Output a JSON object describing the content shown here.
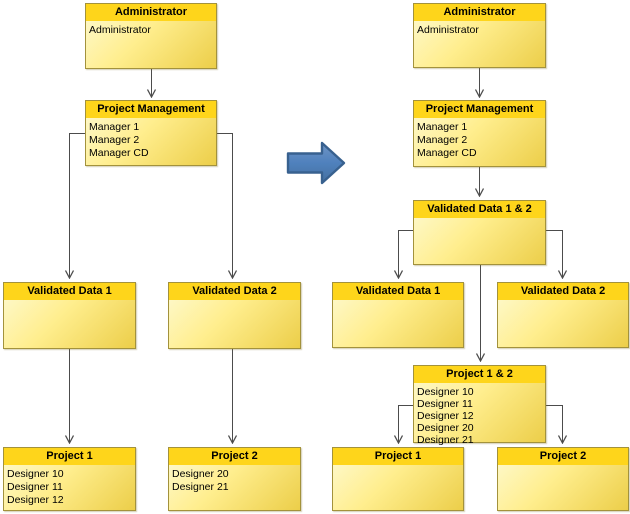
{
  "before": {
    "nodes": [
      {
        "title": "Administrator",
        "members": [
          "Administrator"
        ]
      },
      {
        "title": "Project Management",
        "members": [
          "Manager 1",
          "Manager 2",
          "Manager CD"
        ]
      },
      {
        "title": "Validated Data 1",
        "members": []
      },
      {
        "title": "Validated Data 2",
        "members": []
      },
      {
        "title": "Project 1",
        "members": [
          "Designer 10",
          "Designer 11",
          "Designer 12"
        ]
      },
      {
        "title": "Project 2",
        "members": [
          "Designer 20",
          "Designer 21"
        ]
      }
    ]
  },
  "after": {
    "nodes": [
      {
        "title": "Administrator",
        "members": [
          "Administrator"
        ]
      },
      {
        "title": "Project Management",
        "members": [
          "Manager 1",
          "Manager 2",
          "Manager CD"
        ]
      },
      {
        "title": "Validated Data 1 & 2",
        "members": []
      },
      {
        "title": "Validated Data 1",
        "members": []
      },
      {
        "title": "Validated Data 2",
        "members": []
      },
      {
        "title": "Project 1 & 2",
        "members": [
          "Designer 10",
          "Designer 11",
          "Designer 12",
          "Designer 20",
          "Designer 21"
        ]
      },
      {
        "title": "Project 1",
        "members": []
      },
      {
        "title": "Project 2",
        "members": []
      }
    ]
  },
  "colors": {
    "node_header": "#fed51b",
    "node_body_top": "#fefad2",
    "node_body_bottom": "#ecce49",
    "node_border": "#a3923c",
    "connector": "#4c4c4c",
    "transform_arrow_fill": "#4f81bd",
    "transform_arrow_border": "#38618f"
  }
}
